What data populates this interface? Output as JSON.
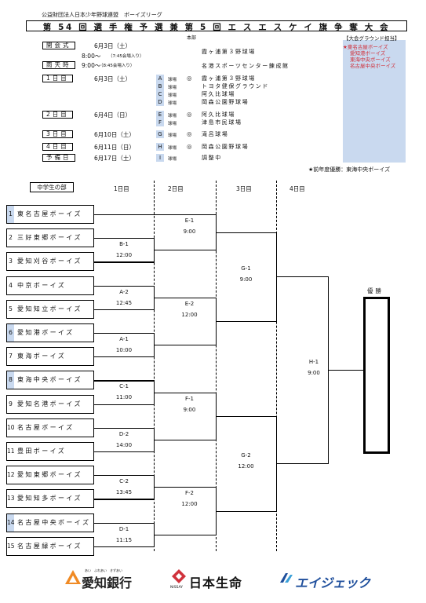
{
  "header": {
    "organizer": "公益財団法人日本少年野球連盟　ボーイズリーグ",
    "title": "第 54 回 選 手 権 予 選 兼 第 5 回 エ ス エ ス ケ イ 旗 争 奪 大 会",
    "honbu": "本部"
  },
  "schedule": {
    "opening": {
      "label": "開会式",
      "date": "6月3日（土）",
      "time": "8:00～",
      "note": "（7:45会場入り）",
      "venue": "霞ヶ浦第３野球場"
    },
    "rain": {
      "label": "雨天時",
      "time": "9:00～",
      "note": "（8:45会場入り）",
      "venue": "名港スポーツセンター錬成館"
    },
    "days": [
      {
        "label": "1日目",
        "date": "6月3日（土）",
        "courts": [
          {
            "code": "A",
            "unit": "球場",
            "mark": "◎",
            "venue": "霞ヶ浦第３野球場"
          },
          {
            "code": "B",
            "unit": "球場",
            "mark": "",
            "venue": "トヨタ健保グラウンド"
          },
          {
            "code": "C",
            "unit": "球場",
            "mark": "",
            "venue": "阿久比球場"
          },
          {
            "code": "D",
            "unit": "球場",
            "mark": "",
            "venue": "岡森公園野球場"
          }
        ]
      },
      {
        "label": "2日目",
        "date": "6月4日（日）",
        "courts": [
          {
            "code": "E",
            "unit": "球場",
            "mark": "◎",
            "venue": "阿久比球場"
          },
          {
            "code": "F",
            "unit": "球場",
            "mark": "",
            "venue": "津島市民球場"
          }
        ]
      },
      {
        "label": "3日目",
        "date": "6月10日（土）",
        "courts": [
          {
            "code": "G",
            "unit": "球場",
            "mark": "◎",
            "venue": "滝呂球場"
          }
        ]
      },
      {
        "label": "4日目",
        "date": "6月11日（日）",
        "courts": [
          {
            "code": "H",
            "unit": "球場",
            "mark": "◎",
            "venue": "岡森公園野球場"
          }
        ]
      },
      {
        "label": "予備日",
        "date": "6月17日（土）",
        "courts": [
          {
            "code": "I",
            "unit": "球場",
            "mark": "",
            "venue": "調整中"
          }
        ]
      }
    ]
  },
  "ground_panel": {
    "title": "【大会グラウンド担当】",
    "items": [
      "★東名古屋ボーイズ",
      "愛知港ボーイズ",
      "東海中央ボーイズ",
      "名古屋中央ボーイズ"
    ]
  },
  "champion_note": "★前年度優勝：東海中央ボーイズ",
  "bracket": {
    "section": "中学生の部",
    "day_headers": [
      "1日目",
      "2日目",
      "3日目",
      "4日目"
    ],
    "teams": [
      {
        "num": "1",
        "name": "東名古屋ボーイズ",
        "highlight": true
      },
      {
        "num": "2",
        "name": "三好東郷ボーイズ",
        "highlight": false
      },
      {
        "num": "3",
        "name": "愛知刈谷ボーイズ",
        "highlight": false
      },
      {
        "num": "4",
        "name": "中京ボーイズ",
        "highlight": false
      },
      {
        "num": "5",
        "name": "愛知知立ボーイズ",
        "highlight": false
      },
      {
        "num": "6",
        "name": "愛知港ボーイズ",
        "highlight": true
      },
      {
        "num": "7",
        "name": "東海ボーイズ",
        "highlight": false
      },
      {
        "num": "8",
        "name": "東海中央ボーイズ",
        "highlight": true
      },
      {
        "num": "9",
        "name": "愛知名港ボーイズ",
        "highlight": false
      },
      {
        "num": "10",
        "name": "名古屋ボーイズ",
        "highlight": false
      },
      {
        "num": "11",
        "name": "豊田ボーイズ",
        "highlight": false
      },
      {
        "num": "12",
        "name": "愛知東郷ボーイズ",
        "highlight": false
      },
      {
        "num": "13",
        "name": "愛知知多ボーイズ",
        "highlight": false
      },
      {
        "num": "14",
        "name": "名古屋中央ボーイズ",
        "highlight": true
      },
      {
        "num": "15",
        "name": "名古屋緑ボーイズ",
        "highlight": false
      }
    ],
    "matches": [
      {
        "id": "B-1",
        "time": "12:00"
      },
      {
        "id": "A-2",
        "time": "12:45"
      },
      {
        "id": "A-1",
        "time": "10:00"
      },
      {
        "id": "C-1",
        "time": "11:00"
      },
      {
        "id": "D-2",
        "time": "14:00"
      },
      {
        "id": "C-2",
        "time": "13:45"
      },
      {
        "id": "D-1",
        "time": "11:15"
      },
      {
        "id": "E-1",
        "time": "9:00"
      },
      {
        "id": "E-2",
        "time": "12:00"
      },
      {
        "id": "F-1",
        "time": "9:00"
      },
      {
        "id": "F-2",
        "time": "12:00"
      },
      {
        "id": "G-1",
        "time": "9:00"
      },
      {
        "id": "G-2",
        "time": "12:00"
      },
      {
        "id": "H-1",
        "time": "9:00"
      }
    ],
    "champion_label": "優勝"
  },
  "sponsors": [
    {
      "name": "愛知銀行",
      "tagline": "あい　ふれあい　きずあい",
      "icon": "aichi-bank-logo-icon",
      "color": "#e8590c"
    },
    {
      "name": "日本生命",
      "tagline": "NISSAY",
      "icon": "nissay-logo-icon",
      "color": "#d0323c"
    },
    {
      "name": "エイジェック",
      "tagline": "",
      "icon": "agec-logo-icon",
      "color": "#1f4f9c"
    }
  ]
}
